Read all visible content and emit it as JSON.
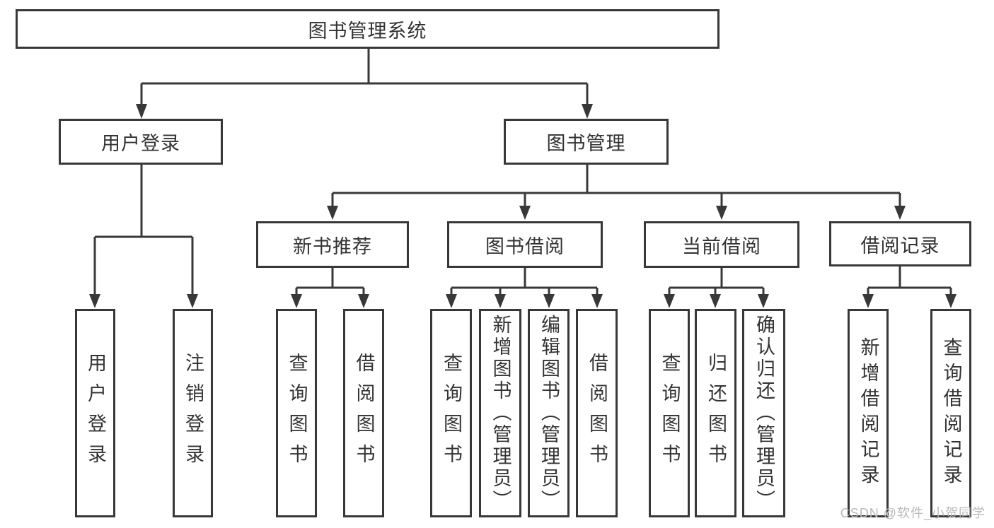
{
  "diagram": {
    "root": "图书管理系统",
    "level2": {
      "user_login": "用户登录",
      "book_management": "图书管理"
    },
    "level3": {
      "new_book": "新书推荐",
      "book_borrow": "图书借阅",
      "current_borrow": "当前借阅",
      "borrow_record": "借阅记录"
    },
    "leaves": {
      "user_login": [
        "用户登录",
        "注销登录"
      ],
      "new_book": [
        "查询图书",
        "借阅图书"
      ],
      "book_borrow": [
        "查询图书",
        "新增图书（管理员）",
        "编辑图书（管理员）",
        "借阅图书"
      ],
      "current_borrow": [
        "查询图书",
        "归还图书",
        "确认归还（管理员）"
      ],
      "borrow_record": [
        "新增借阅记录",
        "查询借阅记录"
      ]
    }
  },
  "watermark": "CSDN @软件_小贺同学",
  "colors": {
    "line": "#383838",
    "text": "#333333",
    "watermark": "#b9b9b9",
    "background": "#ffffff"
  }
}
